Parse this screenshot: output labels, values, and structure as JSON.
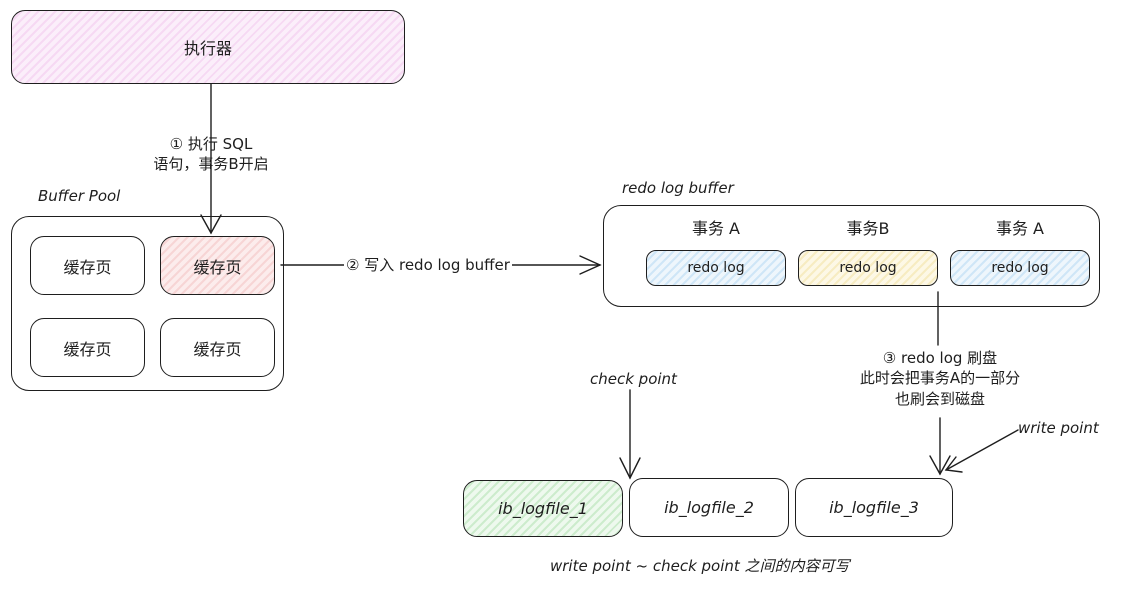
{
  "executor": {
    "label": "执行器"
  },
  "step1": {
    "line1": "① 执行 SQL",
    "line2": "语句，事务B开启"
  },
  "buffer_pool": {
    "title": "Buffer Pool",
    "pages": [
      "缓存页",
      "缓存页",
      "缓存页",
      "缓存页"
    ]
  },
  "step2": {
    "label": "② 写入 redo log buffer"
  },
  "redo_log_buffer": {
    "title": "redo log buffer",
    "transactions": [
      {
        "name": "事务 A",
        "entry": "redo log"
      },
      {
        "name": "事务B",
        "entry": "redo log"
      },
      {
        "name": "事务 A",
        "entry": "redo log"
      }
    ]
  },
  "step3": {
    "line1": "③ redo log 刷盘",
    "line2": "此时会把事务A的一部分",
    "line3": "也刷会到磁盘"
  },
  "pointers": {
    "check_point": "check point",
    "write_point": "write point"
  },
  "logfiles": [
    "ib_logfile_1",
    "ib_logfile_2",
    "ib_logfile_3"
  ],
  "footer_note": "write point ~ check point 之间的内容可写",
  "colors": {
    "executor_fill": "#fbeefa",
    "active_page_fill": "#fcecec",
    "txn_a_fill": "#eef6fc",
    "txn_b_fill": "#fdf8e6",
    "logfile_1_fill": "#eef9ee"
  }
}
